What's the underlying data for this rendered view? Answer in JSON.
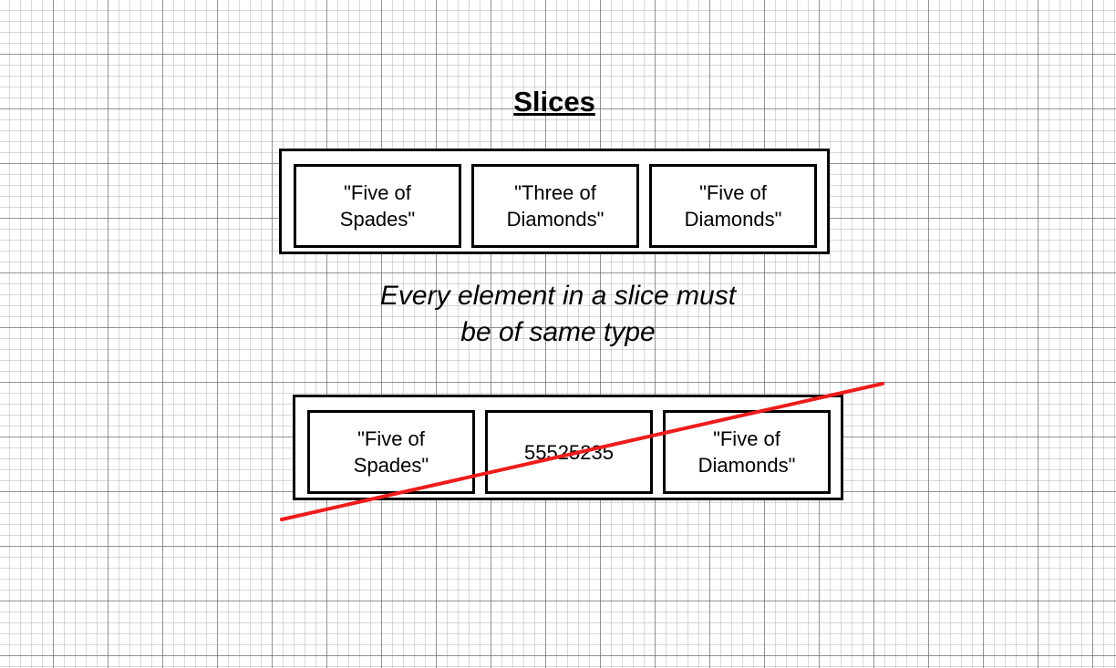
{
  "title": "Slices",
  "valid_slice": {
    "elements": [
      "\"Five of\nSpades\"",
      "\"Three of\nDiamonds\"",
      "\"Five of\nDiamonds\""
    ]
  },
  "rule_text": "Every element in a slice must\nbe of same type",
  "invalid_slice": {
    "elements": [
      "\"Five of\nSpades\"",
      "55525235",
      "\"Five of\nDiamonds\""
    ]
  },
  "colors": {
    "strike_line": "#ee1c1c",
    "box_border": "#000000"
  }
}
